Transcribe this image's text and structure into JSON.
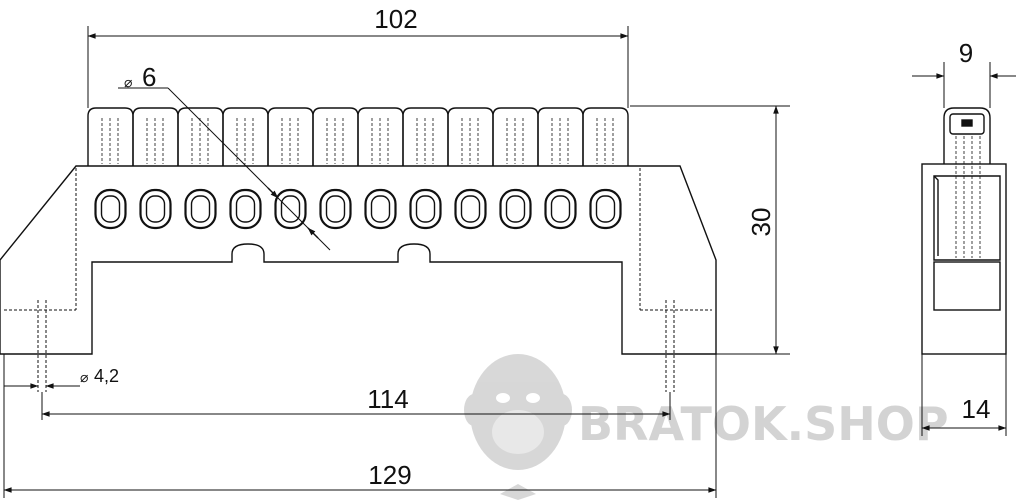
{
  "dimensions": {
    "top_width": "102",
    "hole_diameter": "6",
    "height": "30",
    "side_width": "9",
    "mount_hole_diameter": "4,2",
    "mount_spacing": "114",
    "overall_length": "129",
    "side_depth": "14"
  },
  "symbols": {
    "diameter": "⌀"
  },
  "terminal_count": 12,
  "watermark": {
    "text": "BRATOK.SHOP",
    "color": "#bdbdbd"
  },
  "colors": {
    "line": "#111111",
    "background": "#ffffff"
  }
}
